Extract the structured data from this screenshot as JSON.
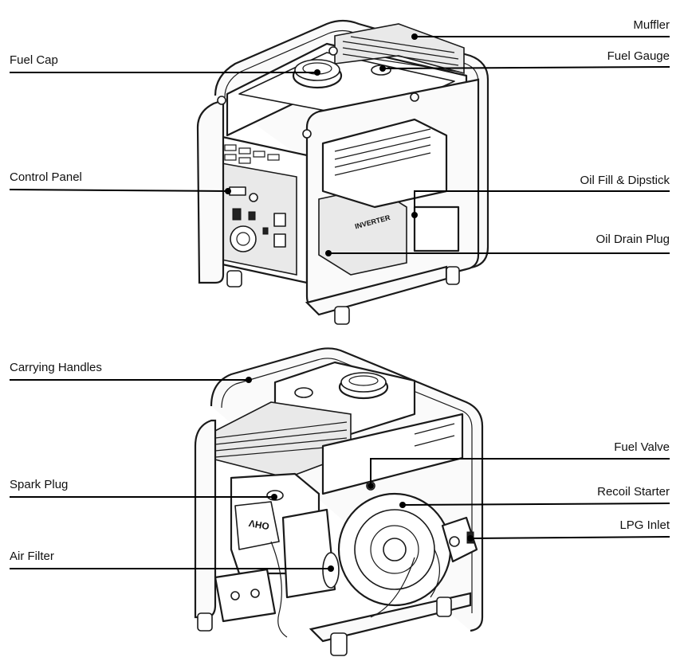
{
  "labels": {
    "muffler": "Muffler",
    "fuel_cap": "Fuel Cap",
    "fuel_gauge": "Fuel Gauge",
    "control_panel": "Control Panel",
    "oil_fill_dipstick": "Oil Fill & Dipstick",
    "oil_drain_plug": "Oil Drain Plug",
    "carrying_handles": "Carrying Handles",
    "fuel_valve": "Fuel Valve",
    "spark_plug": "Spark Plug",
    "recoil_starter": "Recoil Starter",
    "lpg_inlet": "LPG Inlet",
    "air_filter": "Air Filter"
  },
  "engine_badges": {
    "inverter": "INVERTER",
    "ohv": "OHV"
  },
  "colors": {
    "line": "#000000",
    "outline": "#1a1a1a",
    "background": "#ffffff"
  }
}
